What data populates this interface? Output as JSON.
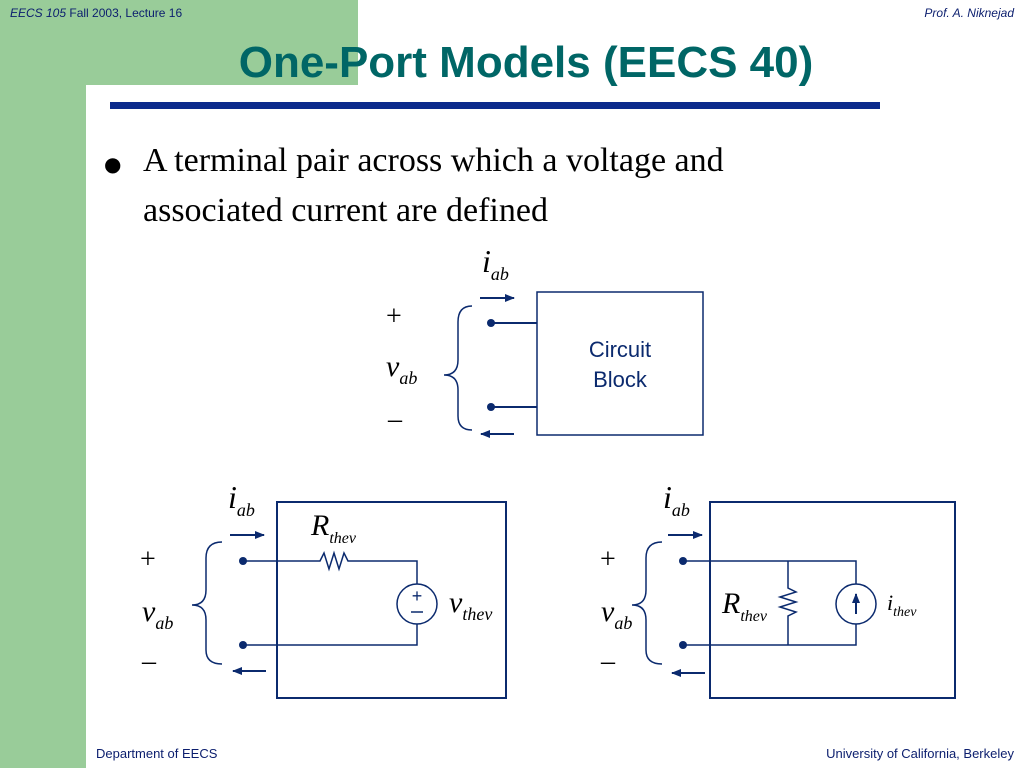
{
  "header": {
    "course": "EECS 105",
    "term": "Fall 2003, Lecture 16",
    "author": "Prof. A. Niknejad"
  },
  "title": "One-Port Models (EECS 40)",
  "bullet": "A terminal pair across which a voltage and associated current are defined",
  "footer": {
    "left": "Department of EECS",
    "right": "University of California, Berkeley"
  },
  "diagram": {
    "block_label_line1": "Circuit",
    "block_label_line2": "Block",
    "current_main": "i",
    "current_sub": "ab",
    "voltage_main": "v",
    "voltage_sub": "ab",
    "plus": "+",
    "minus": "–",
    "resistor_main": "R",
    "resistor_sub": "thev",
    "vsource_main": "v",
    "vsource_sub": "thev",
    "isource_main": "i",
    "isource_sub": "thev"
  },
  "colors": {
    "band": "#99cc99",
    "title": "#006666",
    "rule": "#0b2a8c",
    "wire": "#0b2a6e"
  }
}
